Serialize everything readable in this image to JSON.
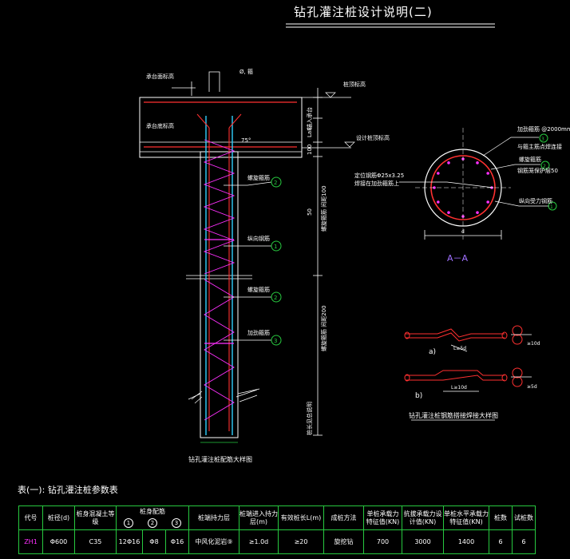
{
  "title": "钻孔灌注桩设计说明(二)",
  "colors": {
    "background": "#000000",
    "outline": "#ffffff",
    "rebar": "#ff30ff",
    "main_bar": "#ff3030",
    "cyan_bar": "#30d0ff",
    "dimension": "#27c93f",
    "section_label": "#a070ff",
    "green_table": "#27c93f"
  },
  "elevation": {
    "labels": {
      "cap_top": "承台面标高",
      "cap_bottom": "承台底标高",
      "pile_top_cut": "桩顶标高",
      "design_top": "设计桩顶标高",
      "top_anchor": "Ø, 箍",
      "angle": "75°"
    },
    "callouts": [
      {
        "text": "螺旋箍筋",
        "num": "2"
      },
      {
        "text": "纵向钢筋",
        "num": "1"
      },
      {
        "text": "螺旋箍筋",
        "num": "2"
      },
      {
        "text": "加劲箍筋",
        "num": "3"
      }
    ],
    "dims": {
      "d1": "锚入承台",
      "d2": "LaE",
      "d3": "100",
      "d4": "50",
      "d5": "螺旋箍筋 间距100",
      "d6": "螺旋箍筋 间距200",
      "d7": "桩长见总说明"
    },
    "caption": "钻孔灌注桩配筋大样图"
  },
  "section": {
    "label": "A－A",
    "callouts": [
      {
        "text": "加劲箍筋 @2000mm",
        "num": "3"
      },
      {
        "text": "与箍主筋点焊连接",
        "num": ""
      },
      {
        "text": "螺旋箍筋",
        "num": "2"
      },
      {
        "text": "钢筋笼保护层50",
        "num": ""
      },
      {
        "text": "纵向受力钢筋",
        "num": "1"
      }
    ],
    "left_note": [
      "定位钢筋Φ25x3.25",
      "焊接在加劲箍筋上"
    ],
    "dim": "d"
  },
  "splice": {
    "a_label": "a)",
    "b_label": "b)",
    "a_dim": "L≥5d",
    "b_dim": "L≥10d",
    "a_note": "≥10d",
    "b_note": "≥5d",
    "caption": "钻孔灌注桩钢筋搭接焊接大样图"
  },
  "table": {
    "caption": "表(一): 钻孔灌注桩参数表",
    "headers": [
      "代号",
      "桩径(d)",
      "桩身混凝土等级",
      "桩身配筋",
      "",
      "",
      "桩端持力层",
      "桩端进入持力层(m)",
      "有效桩长L(m)",
      "成桩方法",
      "单桩承载力特征值(KN)",
      "抗拔承载力设计值(KN)",
      "单桩水平承载力特征值(KN)",
      "桩数",
      "试桩数"
    ],
    "sub_headers": [
      "1",
      "2",
      "3"
    ],
    "rows": [
      [
        "ZH1",
        "Φ600",
        "C35",
        "12Φ16",
        "Φ8",
        "Φ16",
        "中风化泥岩⑨",
        "≥1.0d",
        "≥20",
        "旋挖钻",
        "700",
        "3000",
        "1400",
        "6",
        "6"
      ]
    ]
  }
}
